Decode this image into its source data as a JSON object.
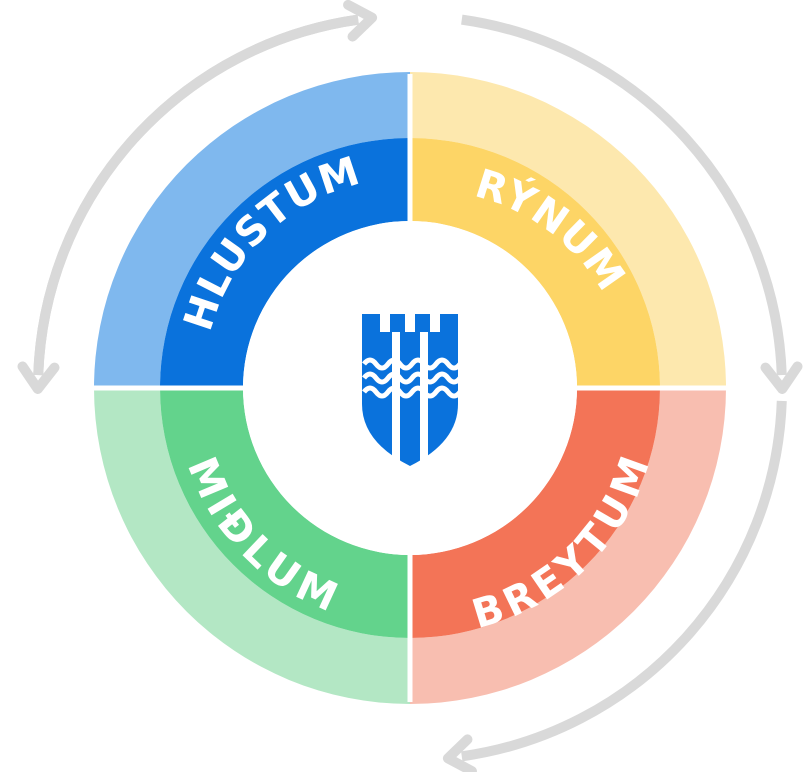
{
  "segments": [
    {
      "key": "top-left",
      "label": "HLUSTUM",
      "outer_color": "#7FB8EE",
      "inner_color": "#0A72DC"
    },
    {
      "key": "top-right",
      "label": "RÝNUM",
      "outer_color": "#FDE8AE",
      "inner_color": "#FDD566"
    },
    {
      "key": "bottom-left",
      "label": "MIÐLUM",
      "outer_color": "#B3E7C4",
      "inner_color": "#63D38C"
    },
    {
      "key": "bottom-right",
      "label": "BREYTUM",
      "outer_color": "#F8BEB0",
      "inner_color": "#F37457"
    }
  ],
  "center": {
    "logo": "coat-of-arms-logo",
    "logo_color": "#0A72DC"
  },
  "arrows": {
    "color": "#D9D9D9",
    "icon": "circular-arrows-icon"
  }
}
